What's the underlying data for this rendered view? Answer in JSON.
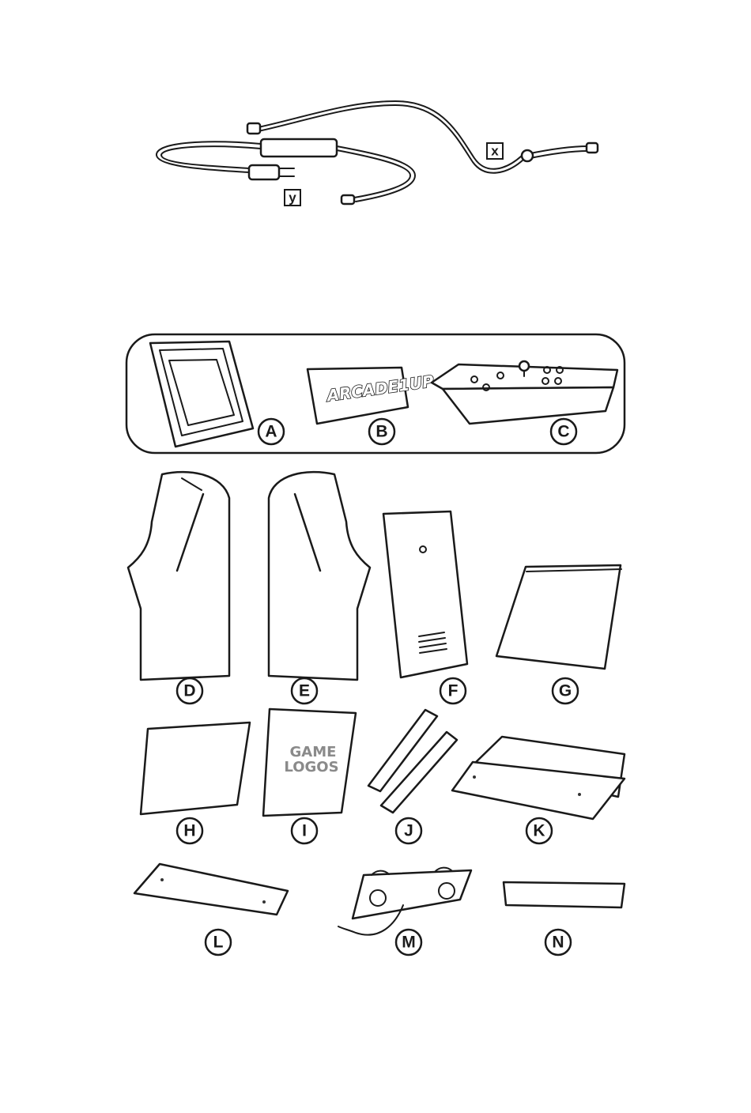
{
  "power_cables": {
    "x_label": "x",
    "y_label": "y"
  },
  "parts": [
    {
      "letter": "A",
      "name": "screen-bezel"
    },
    {
      "letter": "B",
      "name": "marquee"
    },
    {
      "letter": "C",
      "name": "control-panel"
    },
    {
      "letter": "D",
      "name": "left-side-panel"
    },
    {
      "letter": "E",
      "name": "right-side-panel"
    },
    {
      "letter": "F",
      "name": "back-panel"
    },
    {
      "letter": "G",
      "name": "top-panel"
    },
    {
      "letter": "H",
      "name": "front-panel"
    },
    {
      "letter": "I",
      "name": "game-logo-panel"
    },
    {
      "letter": "J",
      "name": "brackets"
    },
    {
      "letter": "K",
      "name": "shelf-boards"
    },
    {
      "letter": "L",
      "name": "bottom-board"
    },
    {
      "letter": "M",
      "name": "speaker-board"
    },
    {
      "letter": "N",
      "name": "kick-plate"
    }
  ],
  "marquee_text": "ARCADE1UP",
  "logo_panel_text": [
    "GAME",
    "LOGOS"
  ],
  "colors": {
    "line": "#1a1a1a",
    "logo_gray": "#8a8a8a"
  }
}
